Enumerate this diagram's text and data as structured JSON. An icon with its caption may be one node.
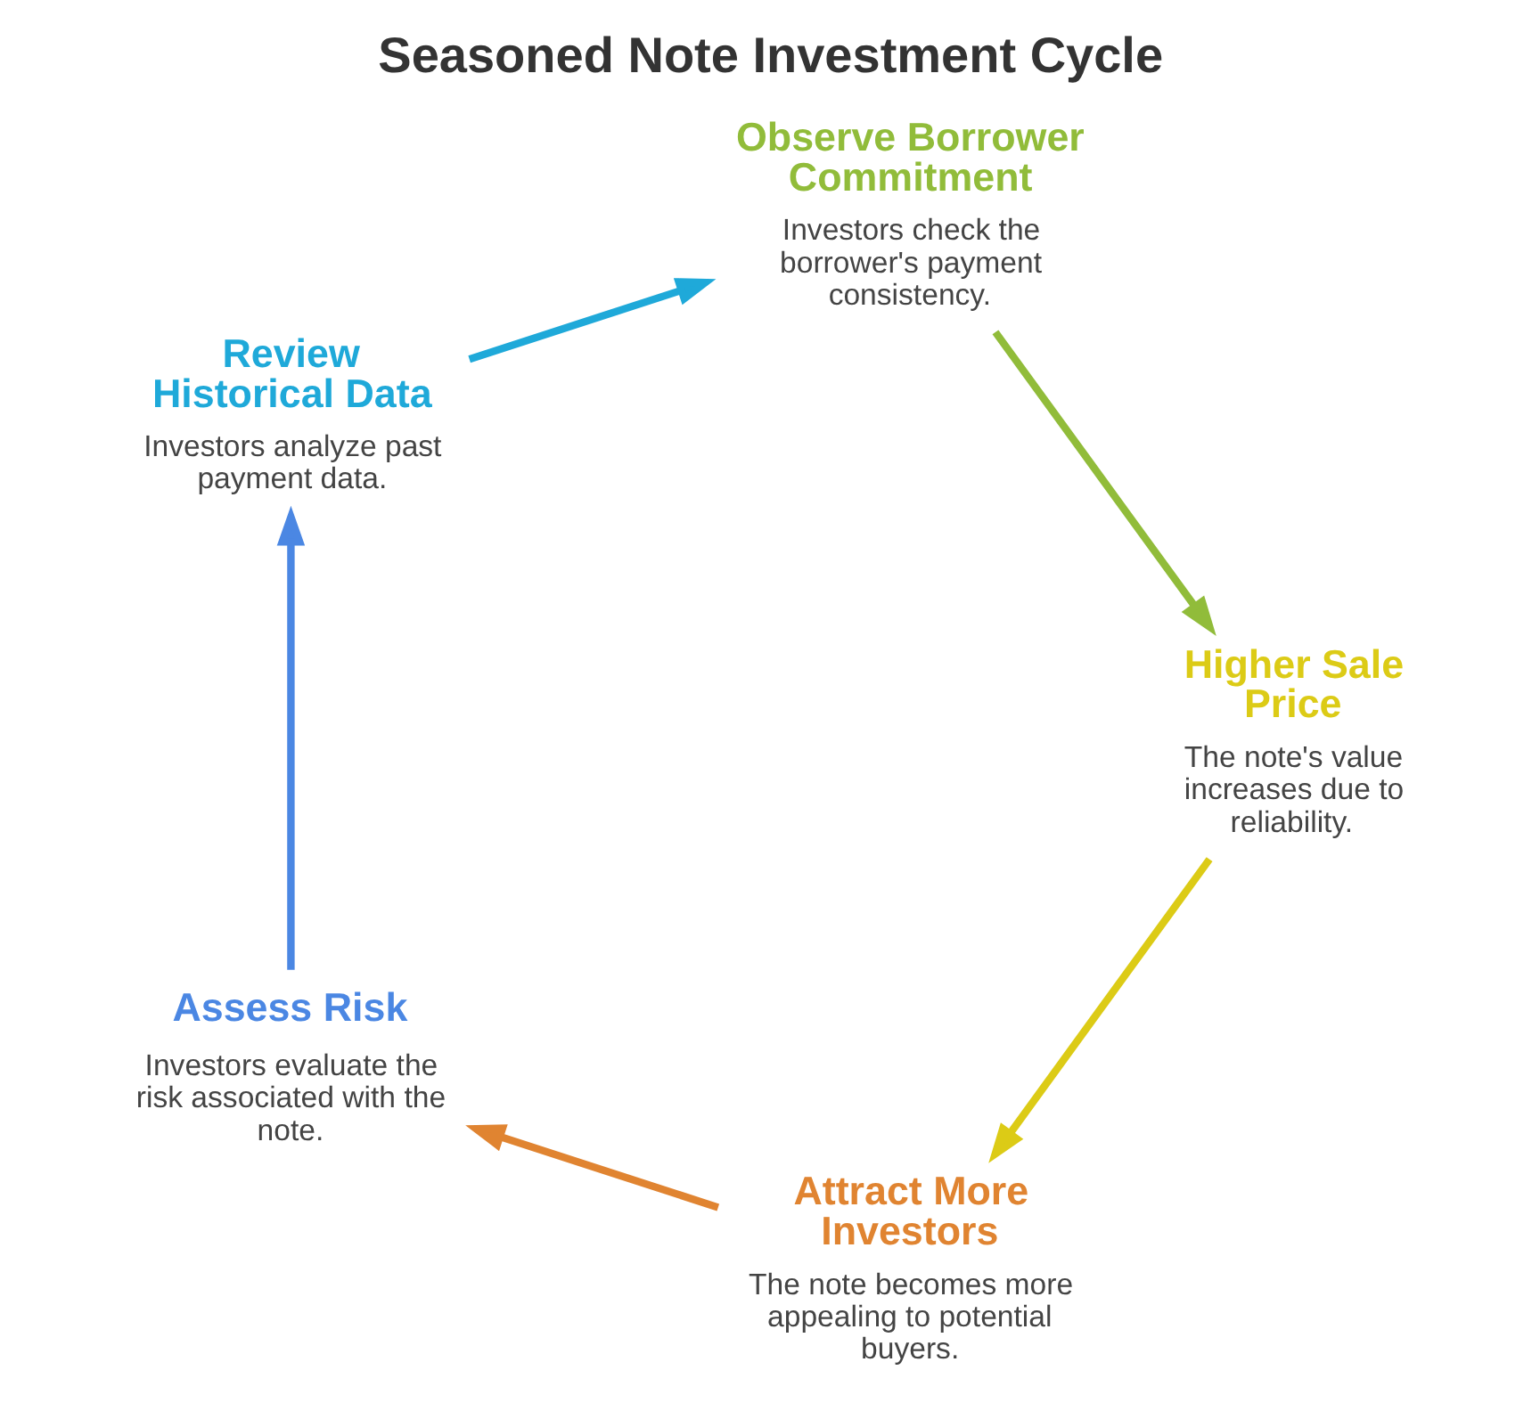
{
  "diagram": {
    "title": "Seasoned Note Investment Cycle",
    "nodes": [
      {
        "text": [
          "Assess Risk",
          "Investors evaluate the risk associated with the note."
        ]
      },
      {
        "text": [
          "Review Historical Data",
          "Investors analyze past payment data."
        ]
      },
      {
        "text": [
          "Observe Borrower Commitment",
          "Investors check the borrower's payment consistency."
        ]
      },
      {
        "text": [
          "Higher Sale Price",
          "The note's value increases due to reliability."
        ]
      },
      {
        "text": [
          "Attract More Investors",
          "The note becomes more appealing to potential buyers."
        ]
      }
    ],
    "edges": [
      {
        "from": 0,
        "to": 1,
        "arrow": "to",
        "color": "#4b87e3"
      },
      {
        "from": 1,
        "to": 2,
        "arrow": "to",
        "color": "#1fa9d9"
      },
      {
        "from": 2,
        "to": 3,
        "arrow": "to",
        "color": "#91bc3a"
      },
      {
        "from": 3,
        "to": 4,
        "arrow": "to",
        "color": "#dccb16"
      },
      {
        "from": 4,
        "to": 0,
        "arrow": "to",
        "color": "#e08431"
      }
    ]
  }
}
